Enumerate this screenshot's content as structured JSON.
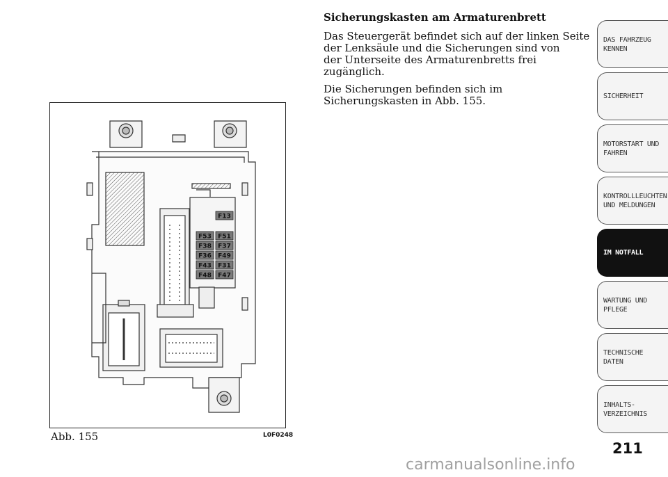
{
  "document": {
    "section_title": "Sicherungskasten am Armaturenbrett",
    "paragraph1_lines": [
      "Das Steuergerät befindet sich auf der linken Seite",
      "der Lenksäule und die Sicherungen sind von",
      "der Unterseite des Armaturenbretts frei",
      "zugänglich."
    ],
    "paragraph2_lines": [
      "Die Sicherungen befinden sich im",
      "Sicherungskasten in Abb. 155."
    ]
  },
  "figure": {
    "caption": "Abb. 155",
    "code": "L0F0248",
    "fuse_labels": {
      "top": "F13",
      "left_column": [
        "F53",
        "F38",
        "F36",
        "F43",
        "F48"
      ],
      "right_column": [
        "F51",
        "F37",
        "F49",
        "F31",
        "F47"
      ]
    }
  },
  "side_tabs": [
    {
      "label": "DAS FAHRZEUG\nKENNEN",
      "active": false
    },
    {
      "label": "SICHERHEIT",
      "active": false
    },
    {
      "label": "MOTORSTART UND\nFAHREN",
      "active": false
    },
    {
      "label": "KONTROLLLEUCHTEN\nUND MELDUNGEN",
      "active": false
    },
    {
      "label": "IM NOTFALL",
      "active": true
    },
    {
      "label": "WARTUNG UND\nPFLEGE",
      "active": false
    },
    {
      "label": "TECHNISCHE\nDATEN",
      "active": false
    },
    {
      "label": "INHALTS-\nVERZEICHNIS",
      "active": false
    }
  ],
  "page_number": "211",
  "watermark": "carmanualsonline.info"
}
